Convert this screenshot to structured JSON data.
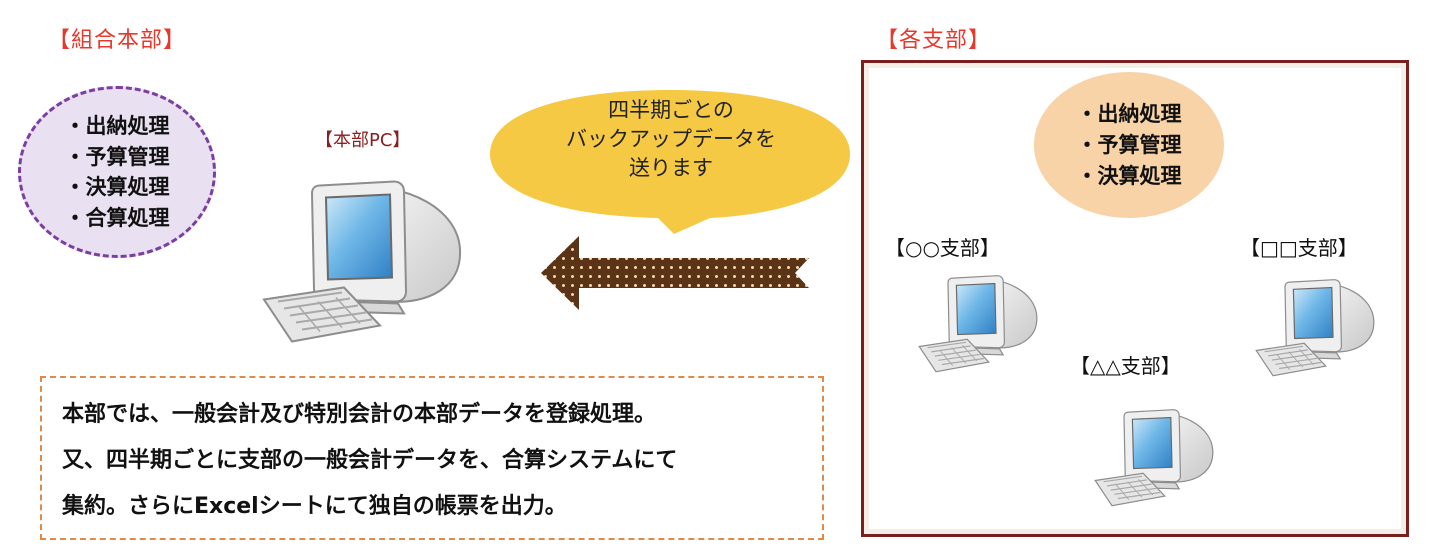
{
  "hq": {
    "heading": "【組合本部】",
    "tasks": [
      "・出納処理",
      "・予算管理",
      "・決算処理",
      "・合算処理"
    ],
    "pc_label": "【本部PC】"
  },
  "bubble": {
    "lines": [
      "四半期ごとの",
      "バックアップデータを",
      "送ります"
    ]
  },
  "branches": {
    "heading": "【各支部】",
    "tasks": [
      "・出納処理",
      "・予算管理",
      "・決算処理"
    ],
    "branch_a": "【○○支部】",
    "branch_b": "【□□支部】",
    "branch_c": "【△△支部】"
  },
  "note": {
    "lines": [
      "本部では、一般会計及び特別会計の本部データを登録処理。",
      "又、四半期ごとに支部の一般会計データを、合算システムにて",
      "集約。さらにExcelシートにて独自の帳票を出力。"
    ]
  },
  "colors": {
    "heading_red": "#e8382c",
    "pc_label": "#8a1f1f",
    "hq_oval_fill": "#e9e1f1",
    "hq_oval_border": "#7a3fa0",
    "branch_oval_fill": "#f8d3a7",
    "frame_border": "#7a1f1f",
    "bubble_fill": "#f6c944",
    "arrow_fill": "#5b3316",
    "note_border": "#e08a4a"
  },
  "icons": {
    "computer": "desktop-computer-icon",
    "arrow": "left-arrow-icon"
  }
}
